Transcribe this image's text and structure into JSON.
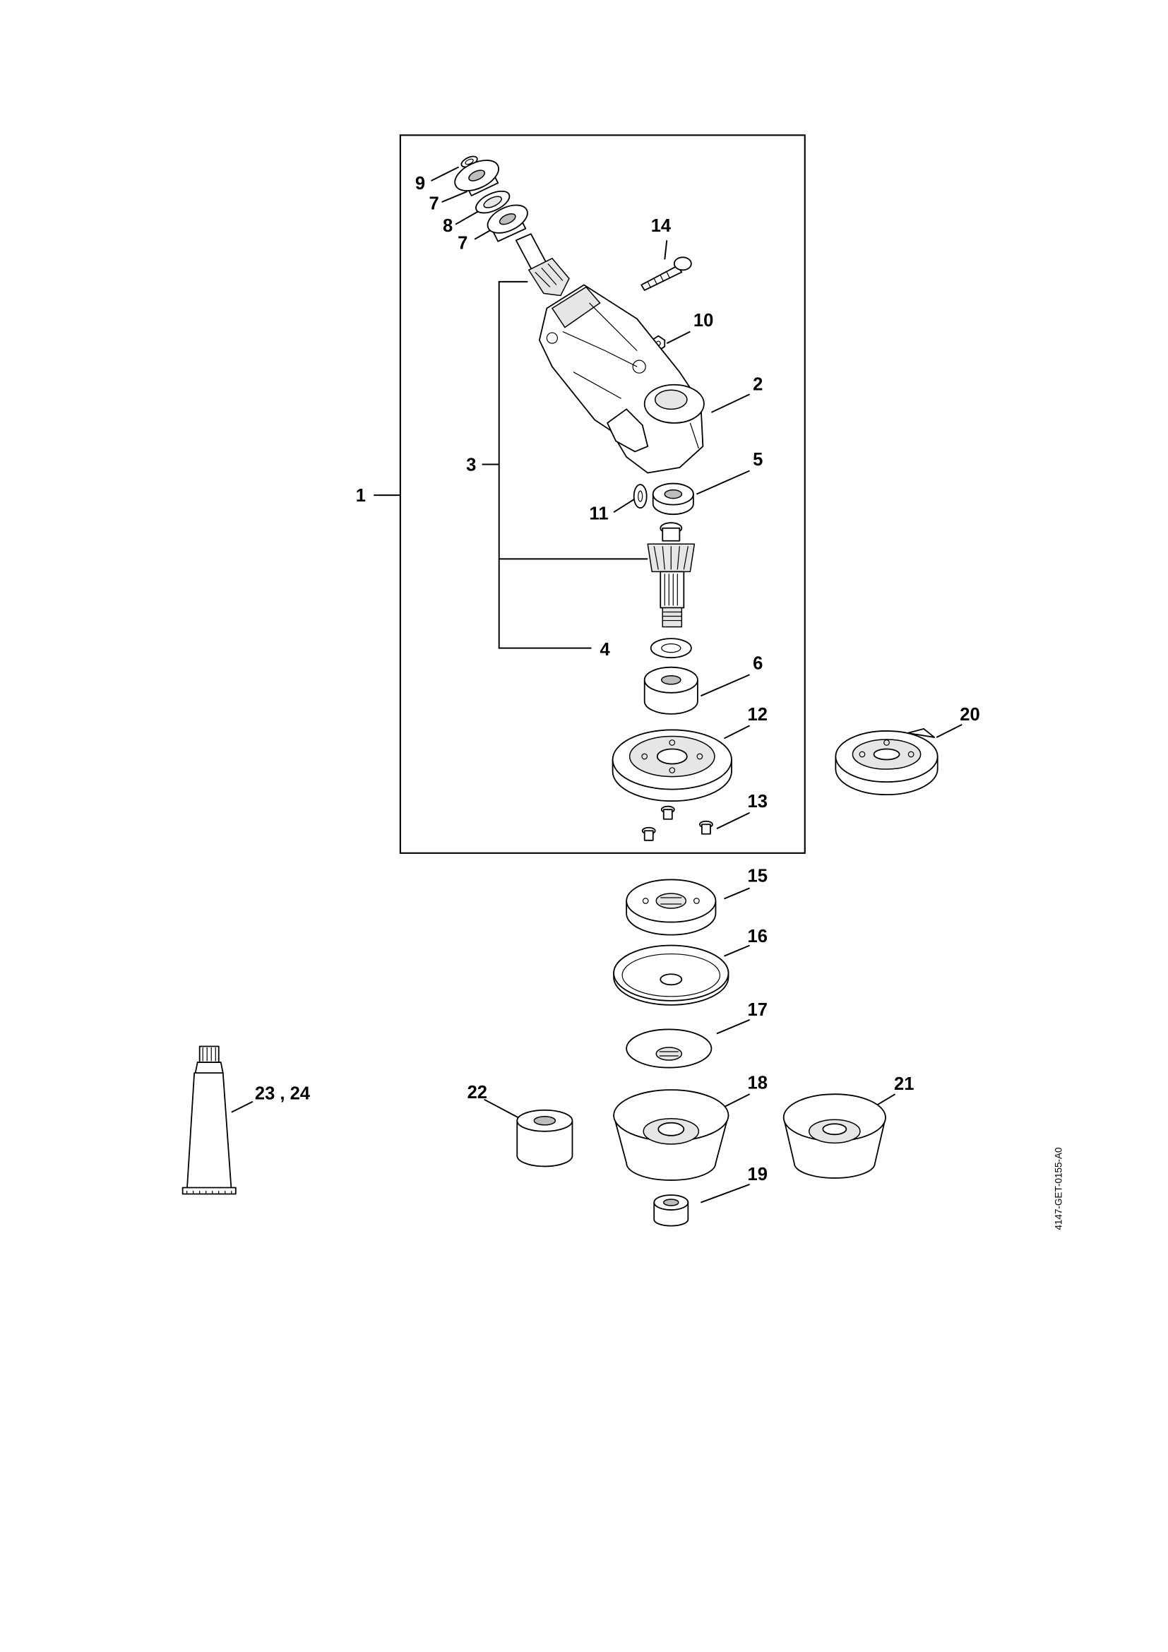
{
  "diagram": {
    "drawing_code": "4147-GET-0155-A0",
    "callouts": {
      "c1": "1",
      "c2": "2",
      "c3": "3",
      "c4": "4",
      "c5": "5",
      "c6": "6",
      "c7a": "7",
      "c7b": "7",
      "c8": "8",
      "c9": "9",
      "c10": "10",
      "c11": "11",
      "c12": "12",
      "c13": "13",
      "c14": "14",
      "c15": "15",
      "c16": "16",
      "c17": "17",
      "c18": "18",
      "c19": "19",
      "c20": "20",
      "c21": "21",
      "c22": "22",
      "c2324": "23 , 24"
    }
  }
}
